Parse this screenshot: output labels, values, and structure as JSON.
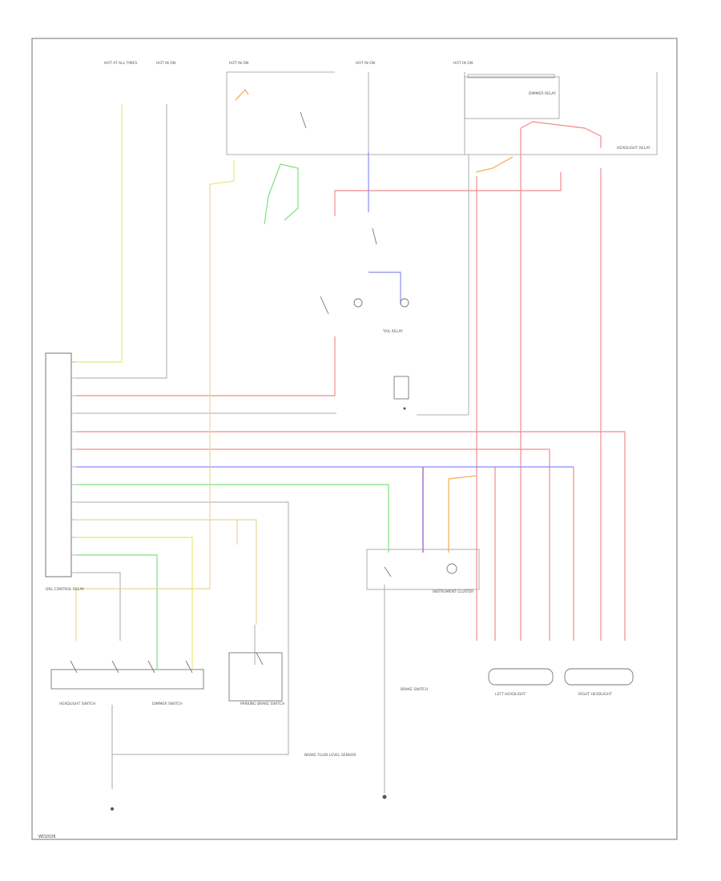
{
  "diagram": {
    "figure_id": "WD2026",
    "colors": {
      "yellow": "#e8e87a",
      "red": "#f28b8b",
      "green": "#7fe07f",
      "blue": "#8b8bf2",
      "purple": "#b278d6",
      "orange": "#f5b061",
      "tan": "#e8d79a",
      "gray": "#aaaaaa",
      "frame": "#888888"
    },
    "fuse_labels": [
      "HOT AT ALL TIMES",
      "HOT IN ON",
      "HOT IN ON",
      "HOT IN ON",
      "HOT IN ON"
    ],
    "component_labels": [
      "DRL CONTROL RELAY",
      "HEADLIGHT SWITCH",
      "BRAKE SWITCH",
      "PARKING BRAKE SWITCH",
      "INSTRUMENT CLUSTER",
      "LEFT HEADLIGHT",
      "RIGHT HEADLIGHT",
      "DIMMER SWITCH",
      "TAIL RELAY",
      "HEADLIGHT RELAY",
      "BRAKE FLUID LEVEL SENSOR",
      "DIMMER RELAY"
    ]
  }
}
